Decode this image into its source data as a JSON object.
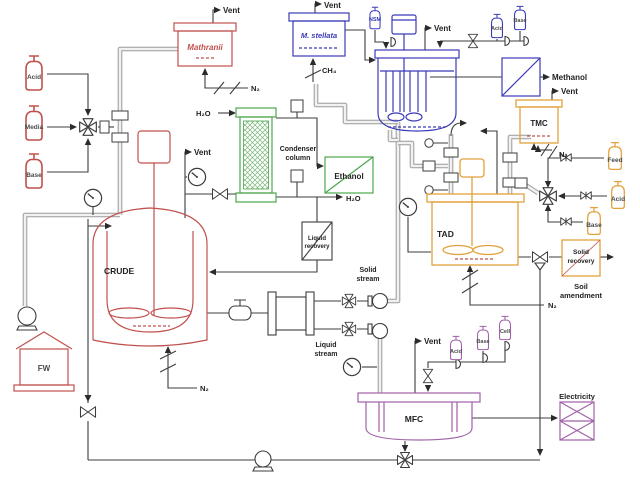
{
  "colors": {
    "red": "#c0504d",
    "blue": "#3a3ab8",
    "green": "#4ca64c",
    "orange": "#e2a13c",
    "purple": "#a062a8",
    "line": "#3d3d3d",
    "pipe": "#9b9b9b"
  },
  "vessels": {
    "mathranii": "Mathranii",
    "m_stellata": "M. stellata",
    "crude": "CRUDE",
    "tad": "TAD",
    "tmc": "TMC",
    "mfc": "MFC",
    "fw": "FW"
  },
  "bottles": {
    "acid": "Acid",
    "media": "Media",
    "base": "Base",
    "nsm": "NSM",
    "feed": "Feed",
    "cell": "Cell"
  },
  "texts": {
    "vent": "Vent",
    "n2": "N₂",
    "h2o": "H₂O",
    "ch4": "CH₄",
    "methanol": "Methanol",
    "ethanol": "Ethanol",
    "electricity": "Electricity",
    "condenser_1": "Condenser",
    "condenser_2": "column",
    "liquid_recovery_1": "Liquid",
    "liquid_recovery_2": "recovery",
    "solid_recovery_1": "Solid",
    "solid_recovery_2": "recovery",
    "soil_1": "Soil",
    "soil_2": "amendment",
    "solid_stream_1": "Solid",
    "solid_stream_2": "stream",
    "liquid_stream_1": "Liquid",
    "liquid_stream_2": "stream"
  }
}
